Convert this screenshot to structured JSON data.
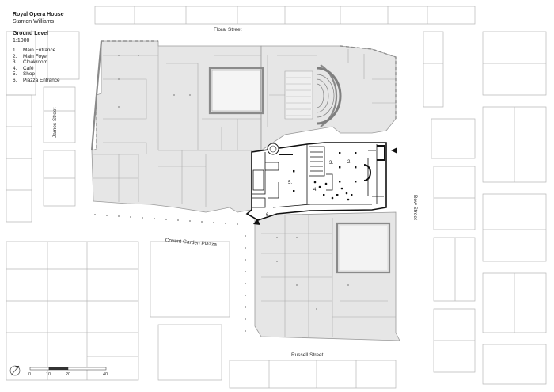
{
  "header": {
    "project": "Royal Opera House",
    "architect": "Stanton Williams",
    "level": "Ground Level",
    "scale": "1:1000"
  },
  "legend": [
    {
      "num": "1.",
      "label": "Main Entrance"
    },
    {
      "num": "2.",
      "label": "Main Foyer"
    },
    {
      "num": "3.",
      "label": "Cloakroom"
    },
    {
      "num": "4.",
      "label": "Café"
    },
    {
      "num": "5.",
      "label": "Shop"
    },
    {
      "num": "6.",
      "label": "Piazza Entrance"
    }
  ],
  "streets": {
    "floral": "Floral Street",
    "james": "James Street",
    "bow": "Bow Street",
    "piazza": "Covent Garden Piazza",
    "russell": "Russell Street"
  },
  "plan_labels": {
    "n2": "2.",
    "n3": "3.",
    "n4": "4.",
    "n5": "5.",
    "n6": "6."
  },
  "scale_bar": {
    "ticks": [
      "0",
      "10",
      "20",
      "40"
    ]
  },
  "colors": {
    "building_fill": "#e6e6e6",
    "building_stroke": "#9a9a9a",
    "context_stroke": "#b5b5b5",
    "plan_dark": "#111111"
  }
}
